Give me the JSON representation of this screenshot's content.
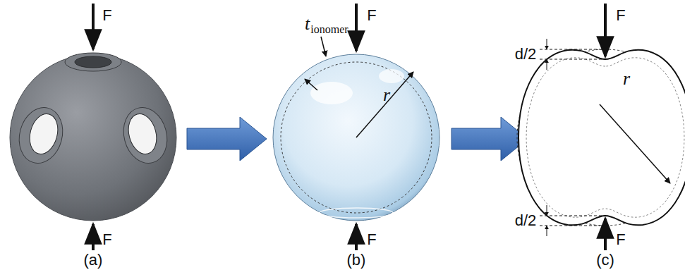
{
  "diagram": {
    "labels": [
      "F",
      "F",
      "(a)",
      "t",
      "ionomer",
      "F",
      "r",
      "F",
      "(b)",
      "d/2",
      "F",
      "r",
      "d/2",
      "F",
      "(c)"
    ]
  }
}
